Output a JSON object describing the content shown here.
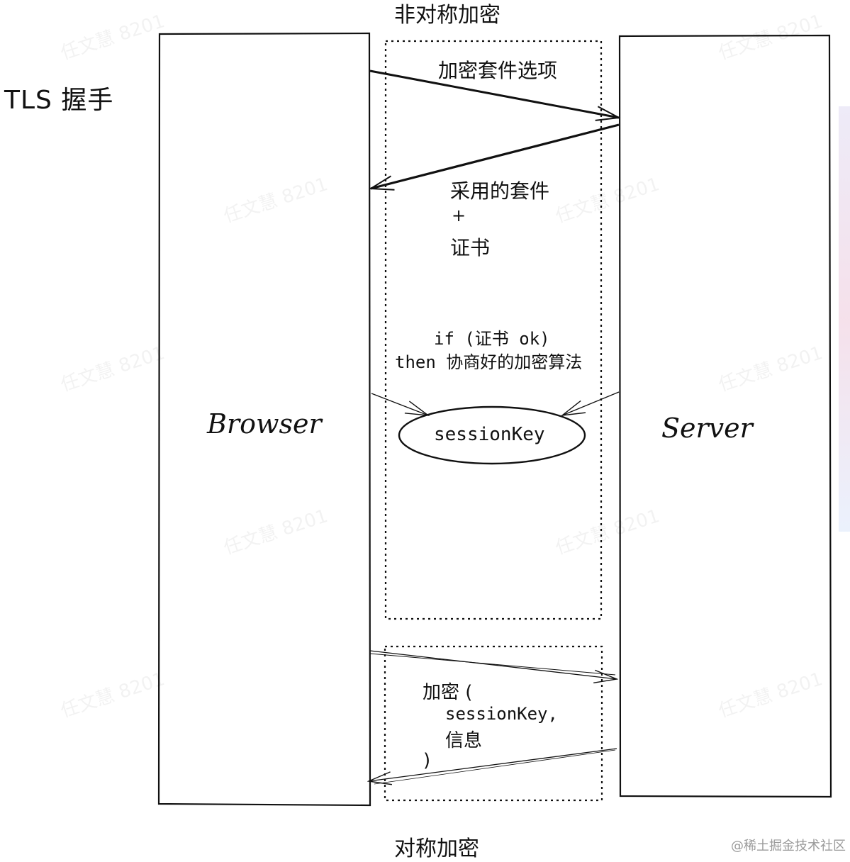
{
  "diagram": {
    "side_title": "TLS  握手",
    "top_label": "非对称加密",
    "bottom_label": "对称加密",
    "browser_label": "Browser",
    "server_label": "Server",
    "msg_cipher_options": "加密套件选项",
    "msg_chosen_suite": "采用的套件",
    "msg_plus": "+",
    "msg_certificate": "证书",
    "cond_line1": "if (证书 ok)",
    "cond_line2": "then 协商好的加密算法",
    "session_key": "sessionKey",
    "enc_line1": "加密 (",
    "enc_line2": "sessionKey,",
    "enc_line3": "信息",
    "enc_line4": ")",
    "watermark": "任文慧 8201",
    "credit": "@稀土掘金技术社区"
  }
}
